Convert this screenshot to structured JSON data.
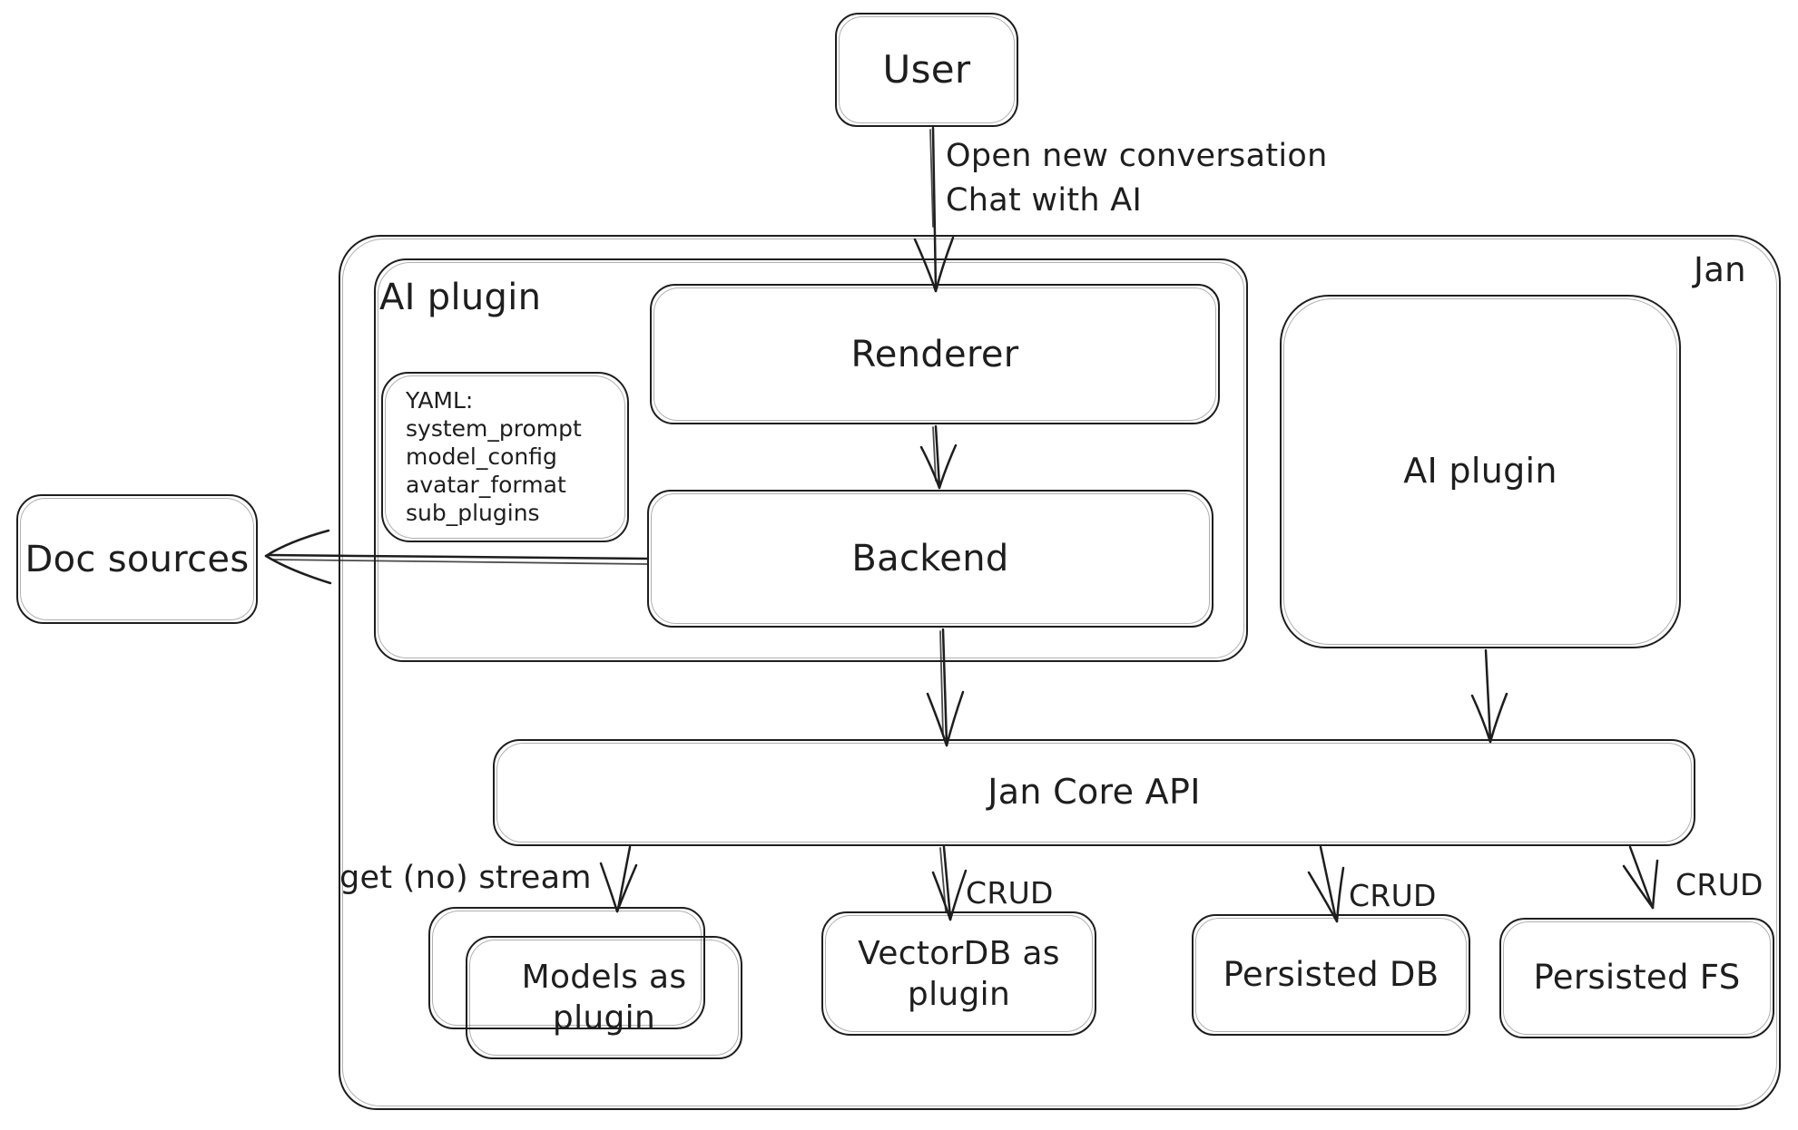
{
  "colors": {
    "stroke": "#1e1e1e",
    "background": "#ffffff"
  },
  "nodes": {
    "user": "User",
    "jan_container": "Jan",
    "ai_plugin_left": "AI plugin",
    "renderer": "Renderer",
    "backend": "Backend",
    "yaml_note": {
      "lines": [
        "YAML:",
        "system_prompt",
        "model_config",
        "avatar_format",
        "sub_plugins"
      ]
    },
    "ai_plugin_right": "AI plugin",
    "doc_sources": "Doc sources",
    "jan_core_api": "Jan Core API",
    "models_as_plugin": "Models as plugin",
    "vectordb_as_plugin": "VectorDB as plugin",
    "persisted_db": "Persisted DB",
    "persisted_fs": "Persisted FS"
  },
  "edge_labels": {
    "user_to_renderer": {
      "lines": [
        "Open new conversation",
        "Chat with AI"
      ]
    },
    "core_to_models": "get (no) stream",
    "core_to_vectordb": "CRUD",
    "core_to_persisted_db": "CRUD",
    "core_to_persisted_fs": "CRUD"
  }
}
